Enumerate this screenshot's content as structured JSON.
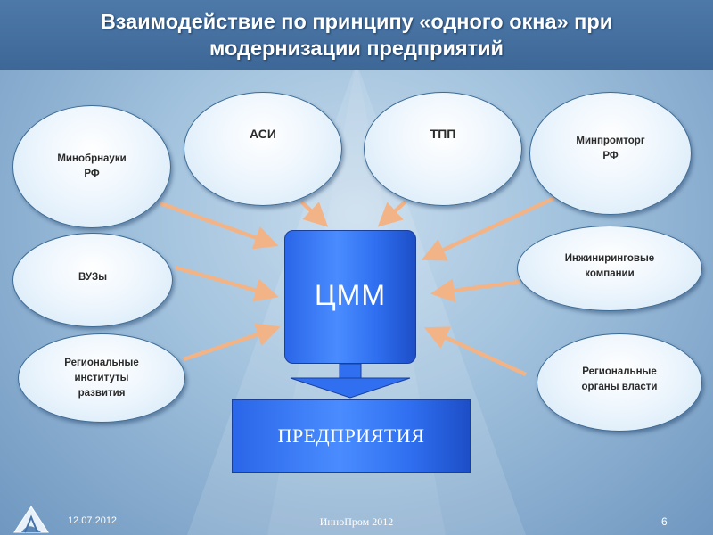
{
  "title": {
    "line1": "Взаимодействие по принципу «одного окна» при",
    "line2": "модернизации предприятий"
  },
  "nodes": {
    "minobrnauki": "Минобрнауки\nРФ",
    "asi": "АСИ",
    "tpp": "ТПП",
    "minpromtorg": "Минпромторг\nРФ",
    "vuzy": "ВУЗы",
    "engineering": "Инжиниринговые\nкомпании",
    "regional_institutes": "Региональные\nинституты\nразвития",
    "regional_authorities": "Региональные\nорганы власти"
  },
  "center": {
    "label": "ЦММ"
  },
  "enterprises": {
    "label": "ПРЕДПРИЯТИЯ"
  },
  "footer": {
    "date": "12.07.2012",
    "center": "ИнноПром 2012",
    "page": "6"
  },
  "colors": {
    "title_bar": "#4575a6",
    "center_box": "#3a7af5",
    "arrow": "#f2b487"
  }
}
